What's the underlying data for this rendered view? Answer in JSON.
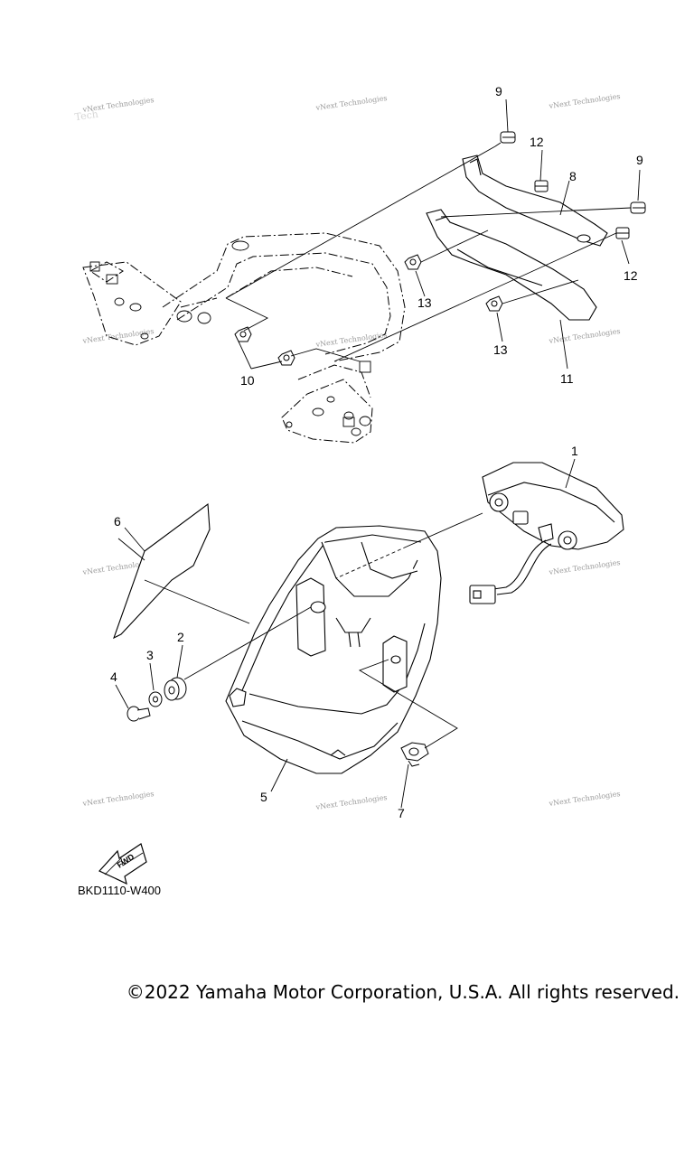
{
  "diagram": {
    "callouts": [
      "1",
      "2",
      "3",
      "4",
      "5",
      "6",
      "7",
      "8",
      "9",
      "9",
      "10",
      "11",
      "12",
      "12",
      "13",
      "13"
    ],
    "diagram_code": "BKD1110-W400",
    "fwd_label": "FWD",
    "watermark": "vNext Technologies"
  },
  "copyright": "©2022 Yamaha Motor Corporation, U.S.A. All rights reserved."
}
